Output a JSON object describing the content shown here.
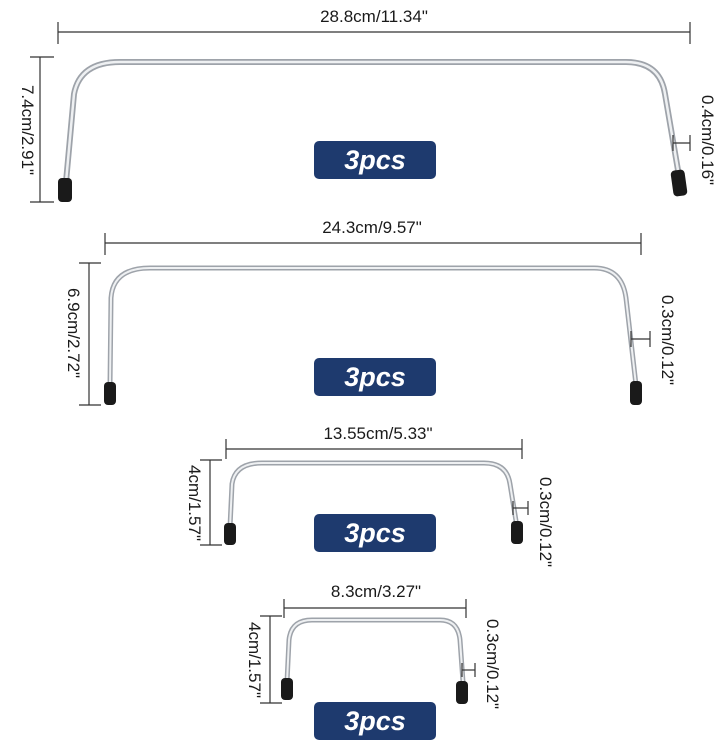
{
  "colors": {
    "badge": "#1e3a6e",
    "badge_text": "#ffffff",
    "wire": "#b8bcc2",
    "wire_highlight": "#f2f4f6",
    "tip": "#1a1a1a",
    "dimension_line": "#333333"
  },
  "handles": [
    {
      "width_label": "28.8cm/11.34\"",
      "height_label": "7.4cm/2.91\"",
      "diameter_label": "0.4cm/0.16\"",
      "quantity_label": "3pcs",
      "icon": "handbag-frame-icon"
    },
    {
      "width_label": "24.3cm/9.57\"",
      "height_label": "6.9cm/2.72\"",
      "diameter_label": "0.3cm/0.12\"",
      "quantity_label": "3pcs",
      "icon": "handbag-frame-icon"
    },
    {
      "width_label": "13.55cm/5.33\"",
      "height_label": "4cm/1.57\"",
      "diameter_label": "0.3cm/0.12\"",
      "quantity_label": "3pcs",
      "icon": "handbag-frame-icon"
    },
    {
      "width_label": "8.3cm/3.27\"",
      "height_label": "4cm/1.57\"",
      "diameter_label": "0.3cm/0.12\"",
      "quantity_label": "3pcs",
      "icon": "handbag-frame-icon"
    }
  ]
}
